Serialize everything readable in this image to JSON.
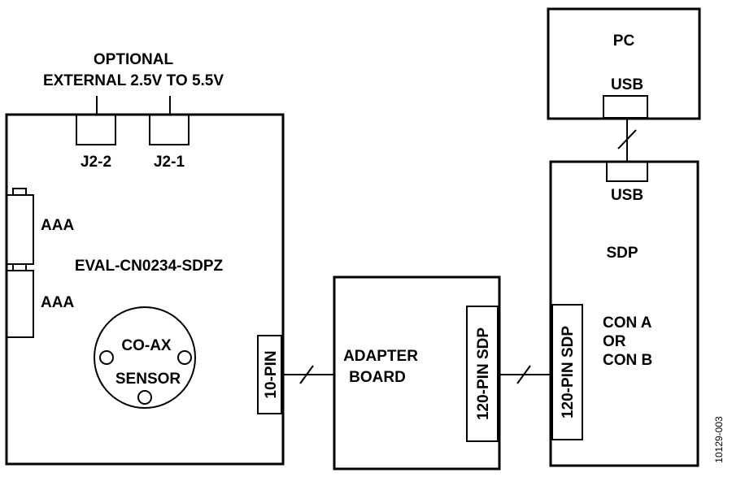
{
  "supply": {
    "line1": "OPTIONAL",
    "line2": "EXTERNAL 2.5V TO 5.5V"
  },
  "eval_board": {
    "name": "EVAL-CN0234-SDPZ",
    "connector_j2_2": "J2-2",
    "connector_j2_1": "J2-1",
    "battery_top": "AAA",
    "battery_bottom": "AAA",
    "sensor_line1": "CO-AX",
    "sensor_line2": "SENSOR",
    "header": "10-PIN"
  },
  "adapter": {
    "line1": "ADAPTER",
    "line2": "BOARD",
    "connector": "120-PIN SDP"
  },
  "sdp": {
    "name": "SDP",
    "usb": "USB",
    "con_line1": "CON A",
    "con_line2": "OR",
    "con_line3": "CON B",
    "connector": "120-PIN SDP"
  },
  "pc": {
    "name": "PC",
    "usb": "USB"
  },
  "figure_id": "10129-003"
}
